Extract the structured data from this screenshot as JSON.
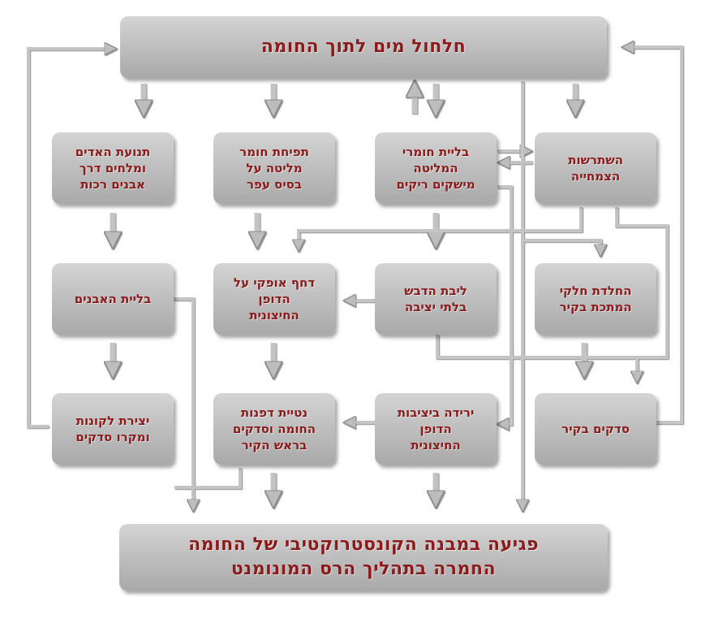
{
  "diagram": {
    "top": "חלחול מים לתוך החומה",
    "nodes": {
      "people_movement": "תנועת האדים\nומלחים דרך\nאבנים רכות",
      "swelling": "תפיחת חומר\nמליטה על\nבסיס עפר",
      "mortar_wear": "בליית חומרי\nהמליטה\nמישקים ריקים",
      "roots": "השתרשות\nהצמחייה",
      "stone_wear": "בליית האבנים",
      "horizontal_push": "דחף אופקי על\nהדופן\nהחיצונית",
      "unstable_core": "ליבת הדבש\nבלתי יציבה",
      "rust": "החלדת חלקי\nהמתכת בקיר",
      "cavities": "יצירת לקונות\nומקרו סדקים",
      "tilt": "נטיית דפנות\nהחומה וסדקים\nבראש הקיר",
      "descent": "ירידה ביציבות\nהדופן\nהחיצונית",
      "cracks": "סדקים בקיר"
    },
    "bottom": "פגיעה במבנה הקונסטרוקטיבי של החומה\nהחמרה בתהליך הרס המונומנט"
  }
}
